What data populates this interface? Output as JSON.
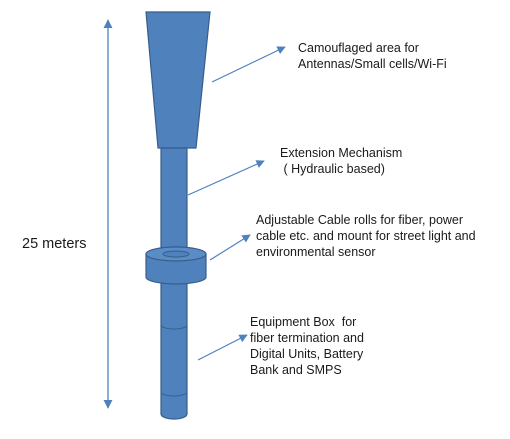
{
  "height_label": "25 meters",
  "callouts": {
    "camouflaged_area": [
      "Camouflaged area for",
      "Antennas/Small cells/Wi-Fi"
    ],
    "extension_mechanism": [
      "Extension Mechanism",
      " ( Hydraulic based)"
    ],
    "cable_rolls": [
      "Adjustable Cable rolls for fiber, power",
      "cable etc. and mount for street light and",
      "environmental sensor"
    ],
    "equipment_box": [
      "Equipment Box  for",
      "fiber termination and",
      "Digital Units, Battery",
      "Bank and SMPS"
    ]
  },
  "colors": {
    "pole_fill": "#4f81bd",
    "pole_outline": "#385d8a",
    "arrow": "#4f81bd",
    "text": "#1a1a1a"
  }
}
